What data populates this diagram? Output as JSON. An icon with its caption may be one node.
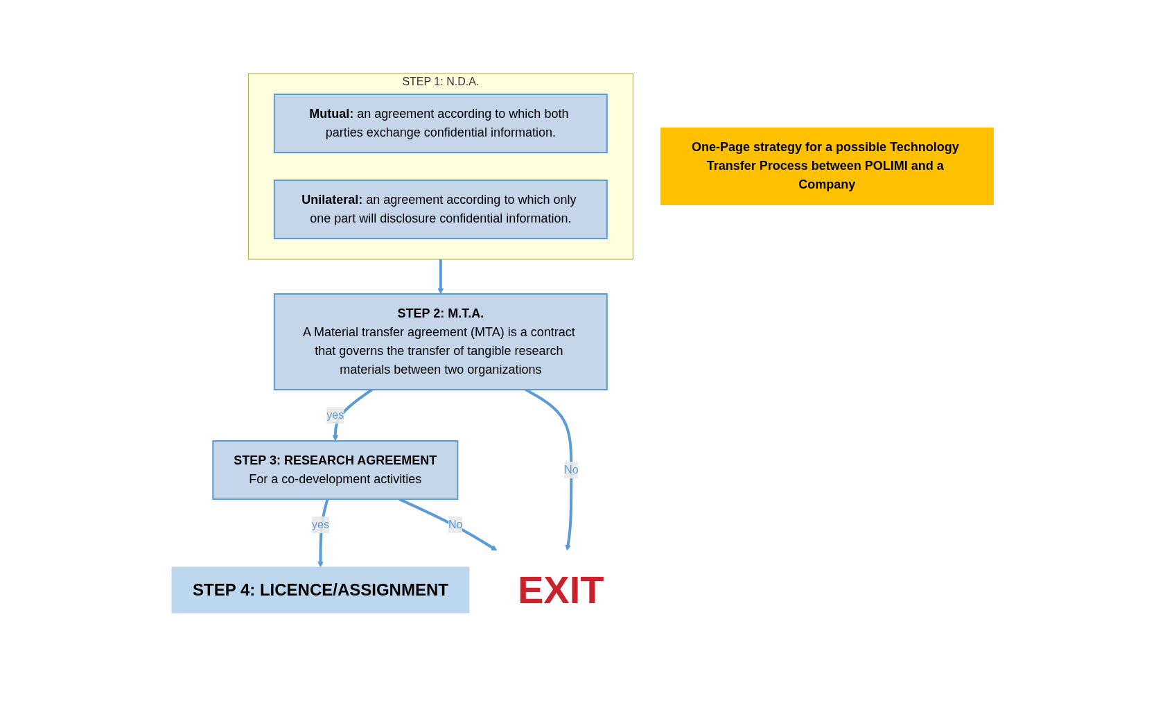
{
  "diagram": {
    "nodes": [
      {
        "text": [
          "One-Page strategy for a possible Technology Transfer Process between POLIMI and a Company"
        ]
      },
      {
        "text": [
          "STEP 1: N.D.A."
        ]
      },
      {
        "text": [
          "**Mutual:** an agreement according to which both parties exchange confidential information."
        ],
        "in": 1
      },
      {
        "text": [
          "**Unilateral:** an agreement according to which only one part will disclosure confidential information."
        ],
        "in": 1
      },
      {
        "text": [
          "STEP 2: M.T.A.",
          "A Material transfer agreement (MTA) is a contract that governs the transfer of tangible research materials between two organizations"
        ]
      },
      {
        "text": [
          "STEP 3: RESEARCH AGREEMENT",
          "For a co-development activities"
        ]
      },
      {
        "text": [
          "STEP 4: LICENCE/ASSIGNMENT"
        ]
      },
      {
        "text": [
          "EXIT"
        ]
      }
    ],
    "edges": [
      {
        "from": 1,
        "to": 4,
        "arrow": "to"
      },
      {
        "from": 4,
        "to": 5,
        "arrow": "to",
        "label": "yes"
      },
      {
        "from": 5,
        "to": 6,
        "arrow": "to",
        "label": "yes"
      },
      {
        "from": 4,
        "to": 7,
        "arrow": "to",
        "label": "No"
      },
      {
        "from": 5,
        "to": 7,
        "arrow": "to",
        "label": "No"
      }
    ]
  }
}
